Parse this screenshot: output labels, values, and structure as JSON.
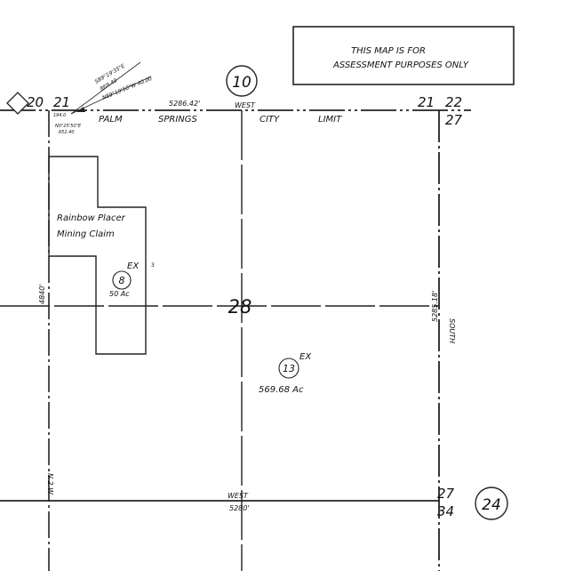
{
  "notice": {
    "line1": "THIS MAP IS FOR",
    "line2": "ASSESSMENT PURPOSES ONLY"
  },
  "page_markers": {
    "top": "10",
    "bottom_right": "24"
  },
  "section_corners": {
    "top_left_20": "20",
    "top_left_21": "21",
    "top_right_21": "21",
    "top_right_22": "22",
    "top_right_27": "27",
    "bottom_right_27": "27",
    "bottom_right_34": "34"
  },
  "boundary": {
    "top_label_words": [
      "PALM",
      "SPRINGS",
      "CITY",
      "LIMIT"
    ],
    "top_direction": "WEST",
    "top_distance": "5286.42'",
    "right_direction": "SOUTH",
    "right_distance": "5285.18'",
    "bottom_direction": "WEST",
    "bottom_distance": "5280'",
    "left_distance": "4840'",
    "left_bottom_text": "N 2 W"
  },
  "survey_notes": {
    "note1": "S89°19'35\"E",
    "note2": "869.40",
    "note3": "N89°19'50\"W 40.00",
    "note4": "N0°25'50\"E",
    "note5": "652.40",
    "note6": "194.0"
  },
  "section_number": "28",
  "claim": {
    "line1": "Rainbow Placer",
    "line2": "Mining Claim"
  },
  "parcels": [
    {
      "number": "8",
      "status": "EX",
      "suffix": "3",
      "area": "50 Ac"
    },
    {
      "number": "13",
      "status": "EX",
      "area": "569.68 Ac"
    }
  ]
}
